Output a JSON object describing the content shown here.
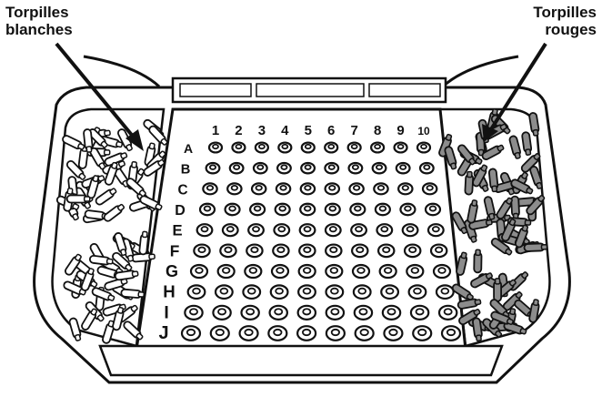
{
  "labels": {
    "white": {
      "line1": "Torpilles",
      "line2": "blanches"
    },
    "red": {
      "line1": "Torpilles",
      "line2": "rouges"
    }
  },
  "grid": {
    "columns": [
      "1",
      "2",
      "3",
      "4",
      "5",
      "6",
      "7",
      "8",
      "9",
      "10"
    ],
    "rows": [
      "A",
      "B",
      "C",
      "D",
      "E",
      "F",
      "G",
      "H",
      "I",
      "J"
    ]
  },
  "colors": {
    "outline": "#111111",
    "white_torpedo": "#ffffff",
    "red_torpedo": "#8c8c8c",
    "board": "#ffffff"
  }
}
